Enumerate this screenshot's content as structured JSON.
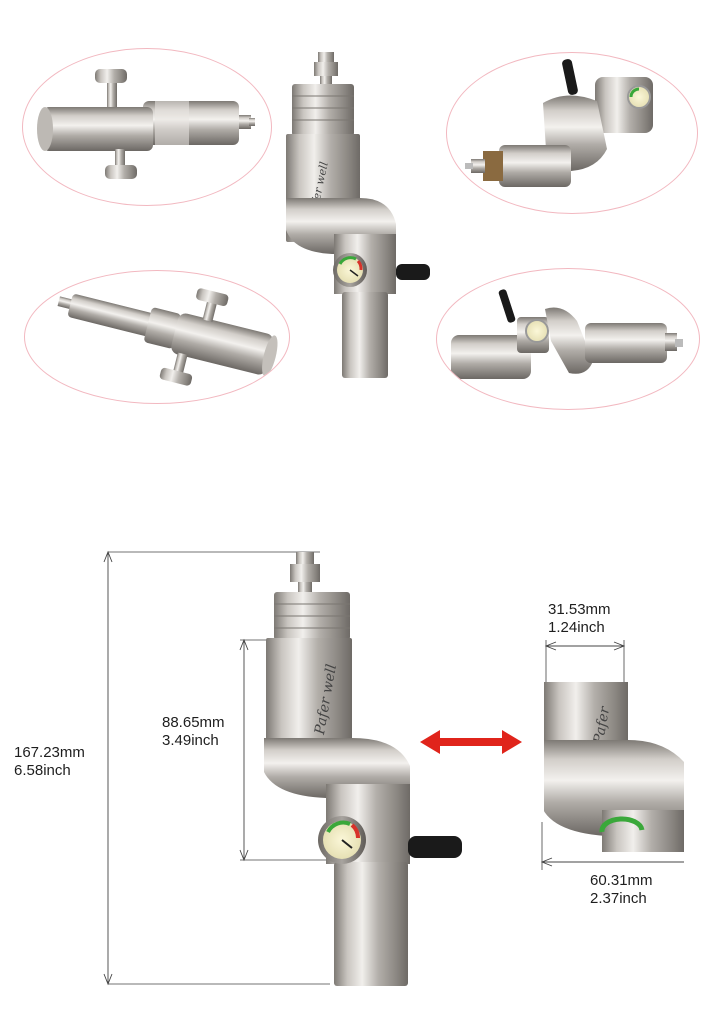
{
  "product": {
    "brand": "Pafer well"
  },
  "dimensions": {
    "overall_height_mm": "167.23mm",
    "overall_height_inch": "6.58inch",
    "body_height_mm": "88.65mm",
    "body_height_inch": "3.49inch",
    "top_diameter_mm": "31.53mm",
    "top_diameter_inch": "1.24inch",
    "width_mm": "60.31mm",
    "width_inch": "2.37inch"
  },
  "colors": {
    "oval_border": "#f2b8c0",
    "arrow": "#e0241b",
    "steel": "#b8b4af",
    "gauge_green": "#3aa83a",
    "gauge_red": "#d8322a"
  }
}
